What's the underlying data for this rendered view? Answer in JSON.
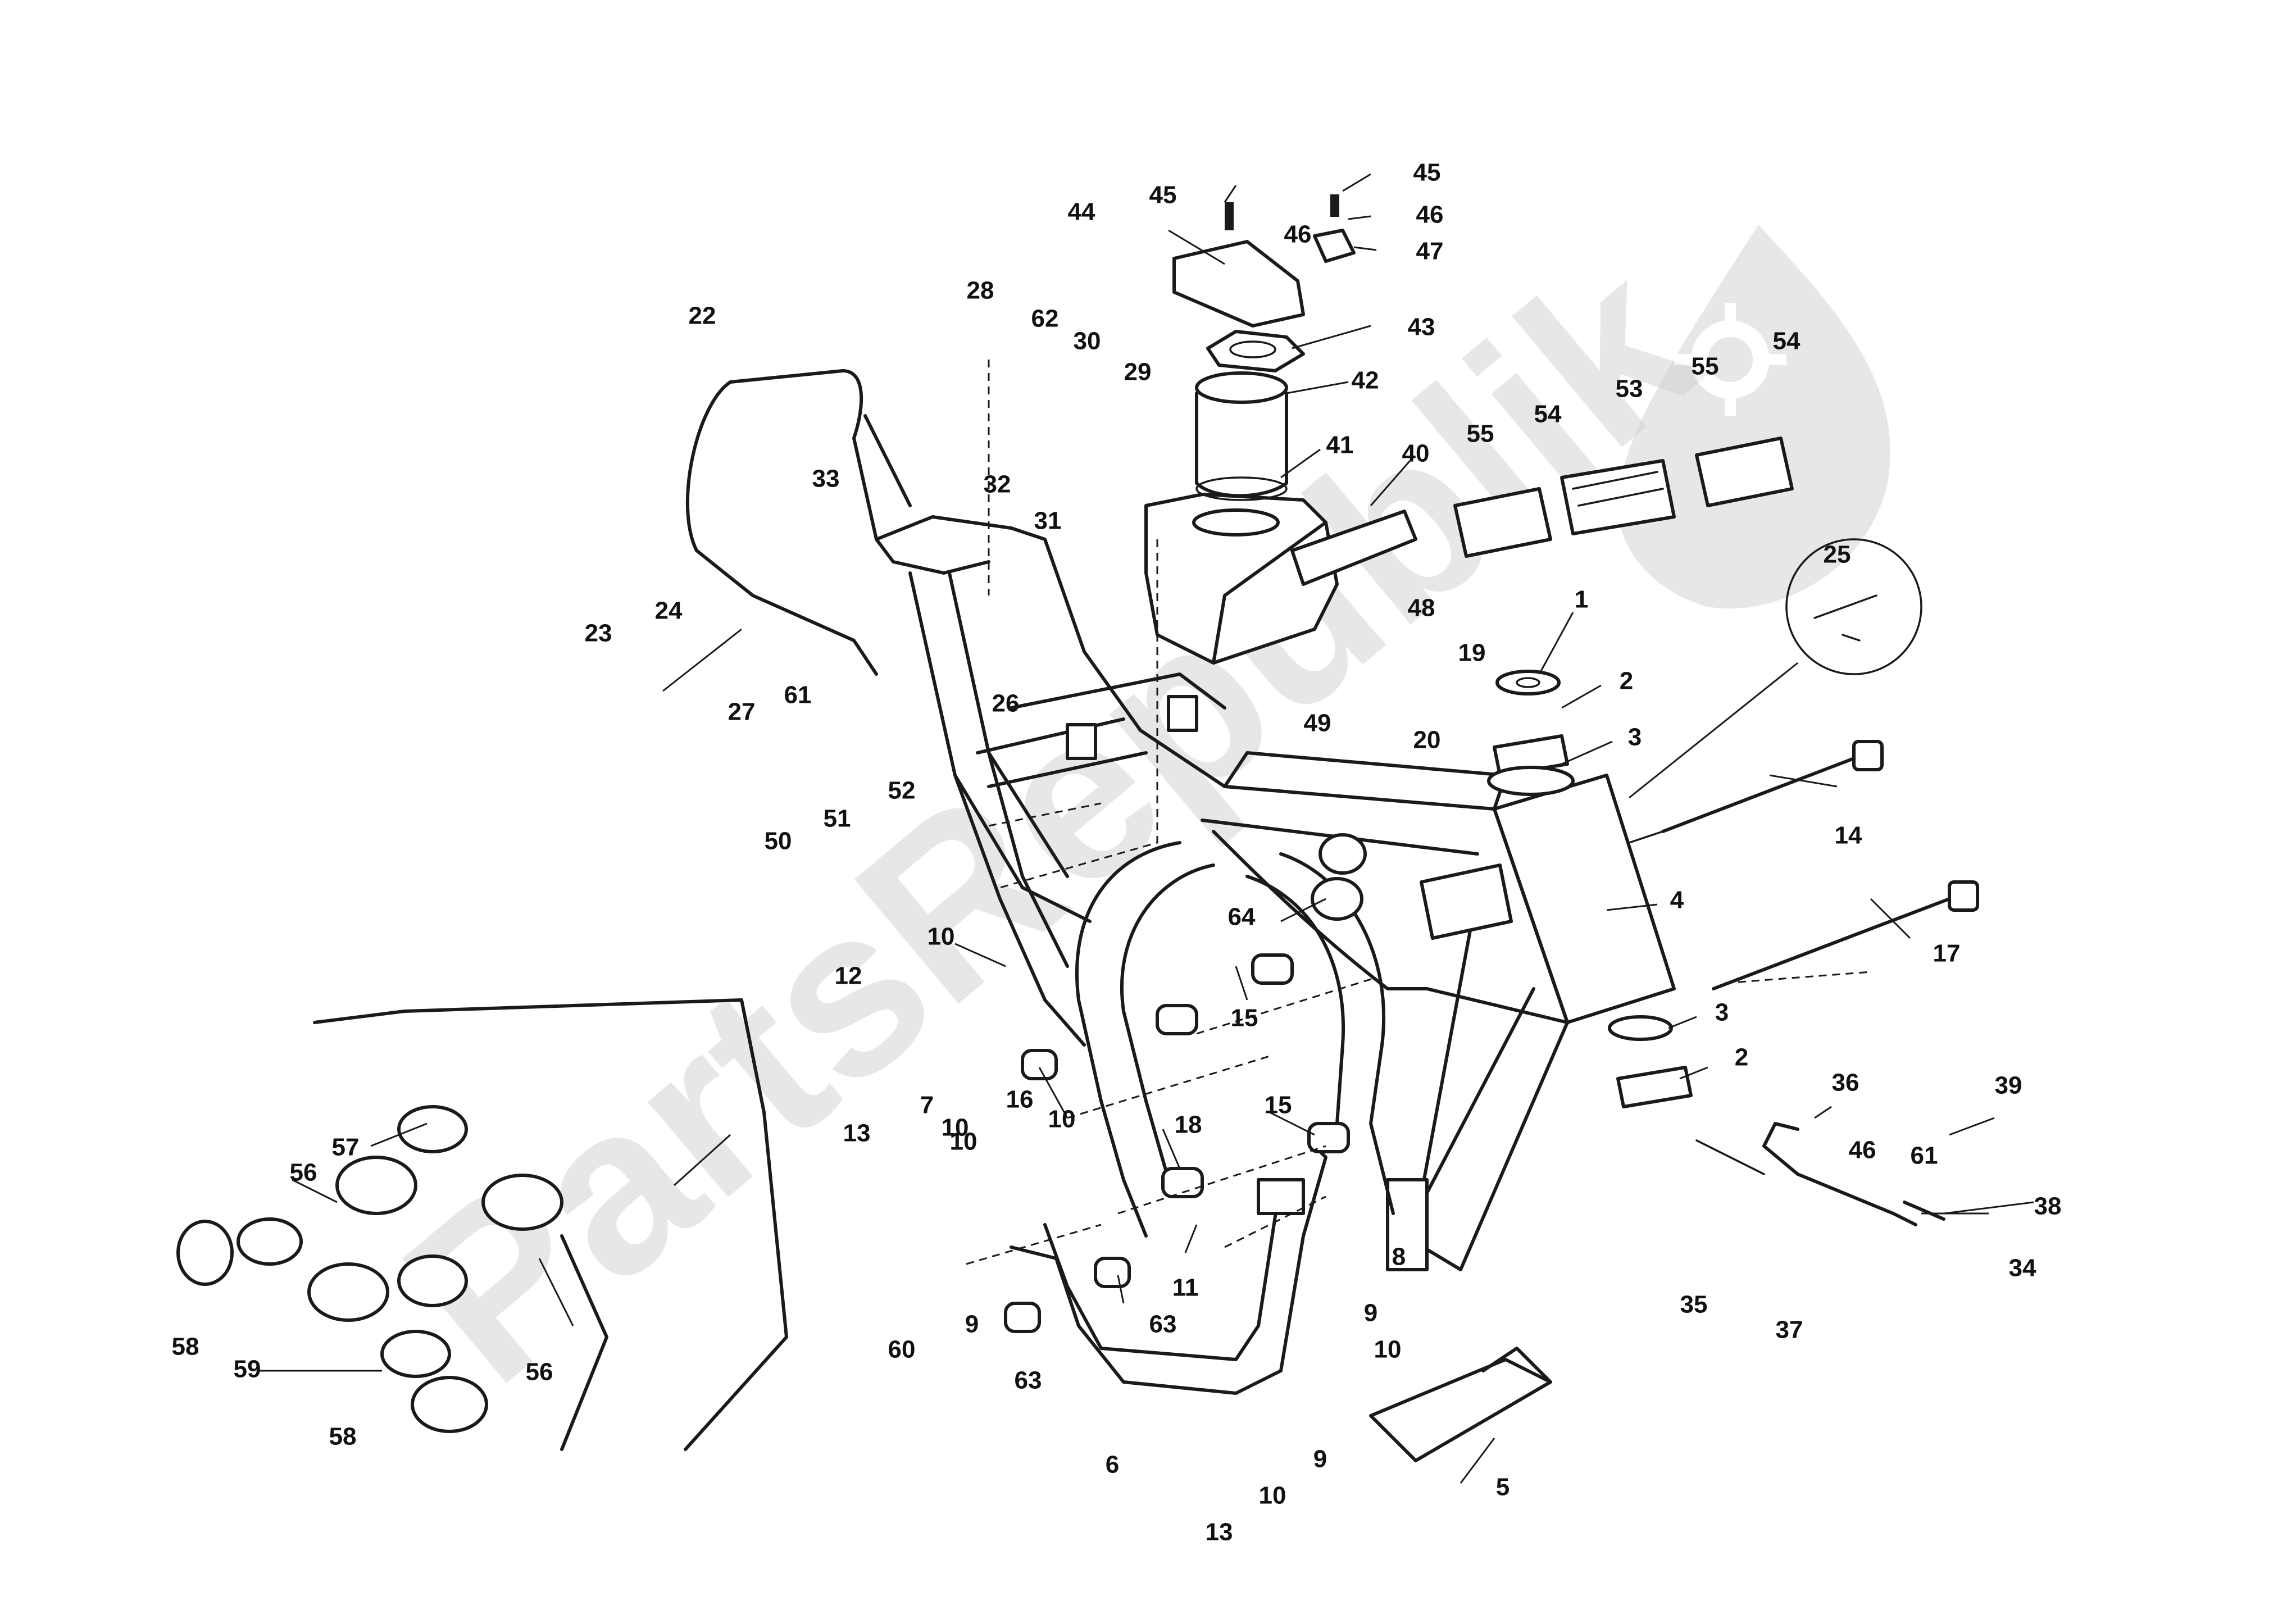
{
  "watermark": {
    "text": "PartsRepublik",
    "icon": "gear-droplet-logo-icon"
  },
  "colors": {
    "ink": "#1a1a1a",
    "watermark": "#d4d4d4",
    "background": "#ffffff"
  },
  "labels": {
    "p1": "1",
    "p2a": "2",
    "p2b": "2",
    "p3a": "3",
    "p3b": "3",
    "p4": "4",
    "p5": "5",
    "p6": "6",
    "p7": "7",
    "p8": "8",
    "p9a": "9",
    "p9b": "9",
    "p9c": "9",
    "p10a": "10",
    "p10b": "10",
    "p10c": "10",
    "p10d": "10",
    "p10e": "10",
    "p10f": "10",
    "p11": "11",
    "p12": "12",
    "p13a": "13",
    "p13b": "13",
    "p14": "14",
    "p15a": "15",
    "p15b": "15",
    "p16": "16",
    "p17": "17",
    "p18": "18",
    "p19": "19",
    "p20": "20",
    "p22": "22",
    "p23": "23",
    "p24": "24",
    "p25": "25",
    "p26": "26",
    "p27": "27",
    "p28": "28",
    "p29": "29",
    "p30": "30",
    "p31": "31",
    "p32": "32",
    "p33": "33",
    "p34": "34",
    "p35": "35",
    "p36": "36",
    "p37": "37",
    "p38": "38",
    "p39": "39",
    "p40": "40",
    "p41": "41",
    "p42": "42",
    "p43": "43",
    "p44": "44",
    "p45a": "45",
    "p45b": "45",
    "p46a": "46",
    "p46b": "46",
    "p46c": "46",
    "p47": "47",
    "p48": "48",
    "p49": "49",
    "p50": "50",
    "p51": "51",
    "p52": "52",
    "p53": "53",
    "p54a": "54",
    "p54b": "54",
    "p55a": "55",
    "p55b": "55",
    "p56a": "56",
    "p56b": "56",
    "p57": "57",
    "p58a": "58",
    "p58b": "58",
    "p59": "59",
    "p60": "60",
    "p61a": "61",
    "p61b": "61",
    "p62": "62",
    "p63a": "63",
    "p63b": "63",
    "p64": "64"
  }
}
